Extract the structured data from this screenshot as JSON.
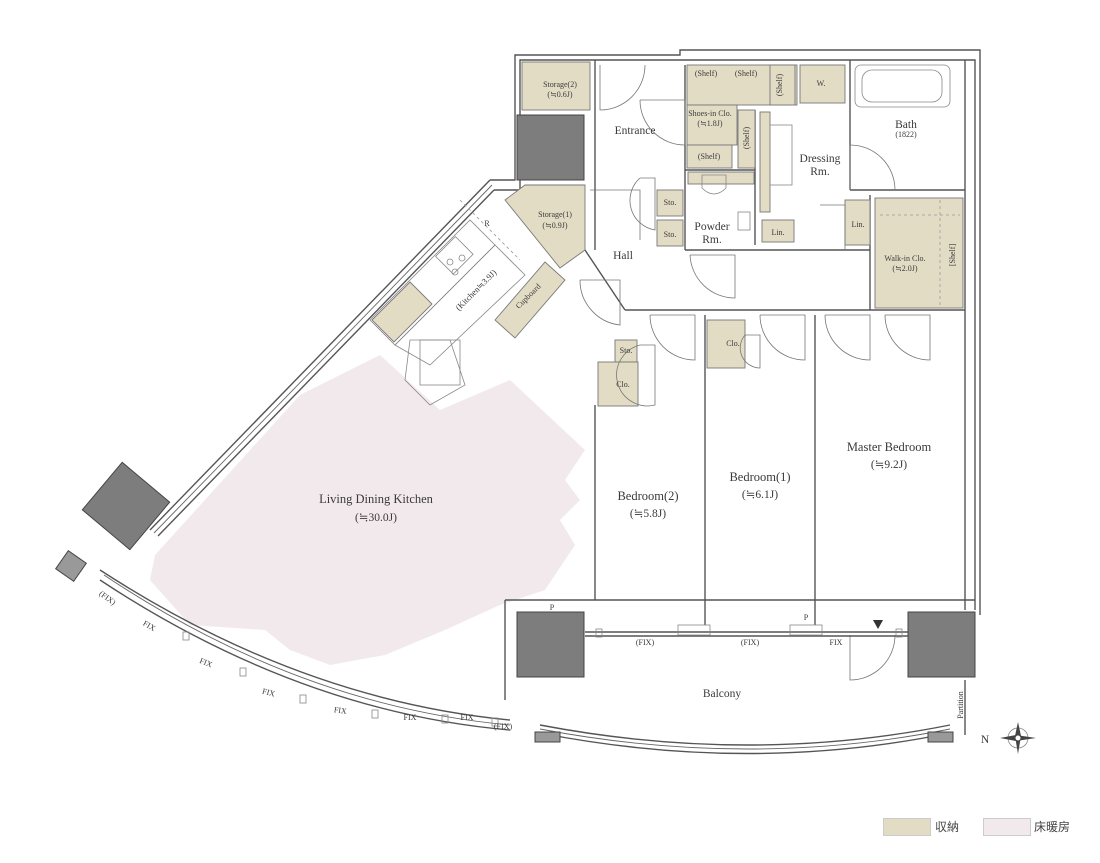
{
  "rooms": {
    "ldk": {
      "name": "Living Dining Kitchen",
      "area": "(≒30.0J)"
    },
    "kitchen": {
      "name": "(Kitchen≒3.9J)"
    },
    "cupboard": {
      "name": "Cupboard"
    },
    "storage1": {
      "name": "Storage(1)",
      "area": "(≒0.9J)"
    },
    "storage2": {
      "name": "Storage(2)",
      "area": "(≒0.6J)"
    },
    "entrance": {
      "name": "Entrance"
    },
    "hall": {
      "name": "Hall"
    },
    "shoes": {
      "name": "Shoes-in Clo.",
      "area": "(≒1.8J)"
    },
    "powder": {
      "name": "Powder",
      "name2": "Rm."
    },
    "dressing": {
      "name": "Dressing",
      "name2": "Rm."
    },
    "bath": {
      "name": "Bath",
      "size": "(1822)"
    },
    "walkin": {
      "name": "Walk-in Clo.",
      "area": "(≒2.0J)"
    },
    "bedroom1": {
      "name": "Bedroom(1)",
      "area": "(≒6.1J)"
    },
    "bedroom2": {
      "name": "Bedroom(2)",
      "area": "(≒5.8J)"
    },
    "master": {
      "name": "Master Bedroom",
      "area": "(≒9.2J)"
    },
    "balcony": {
      "name": "Balcony"
    }
  },
  "labels": {
    "shelf": "(Shelf)",
    "shelf_v": "(Shelf)",
    "shelf_bracket": "[Shelf]",
    "w": "W.",
    "sto": "Sto.",
    "lin": "Lin.",
    "clo": "Clo.",
    "r": "R",
    "p": "P",
    "fix_paren": "(FIX)",
    "fix": "FIX",
    "partition": "Partition",
    "north": "N"
  },
  "legend": {
    "storage": {
      "label": "収納",
      "color": "#e3dcc5"
    },
    "floor_heating": {
      "label": "床暖房",
      "color": "#f2e9ec"
    }
  }
}
